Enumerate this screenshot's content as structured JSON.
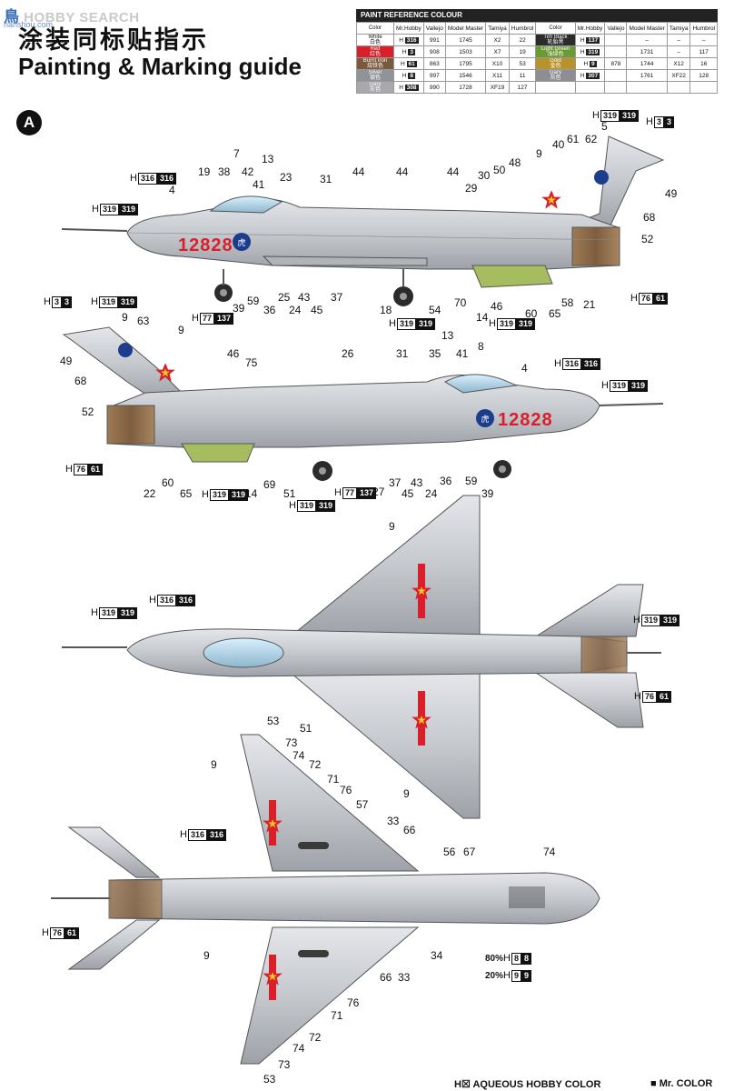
{
  "watermark": {
    "cn": "鳥",
    "en": "HOBBY SEARCH",
    "url": "nanshou.com"
  },
  "header": {
    "title_cn": "涂装同标贴指示",
    "title_en": "Painting & Marking guide"
  },
  "section_label": "A",
  "paint_table": {
    "title": "PAINT REFERENCE COLOUR",
    "columns": [
      "Color",
      "Mr.Hobby",
      "Vallejo",
      "Model Master",
      "Tamiya",
      "Humbrol",
      "Color",
      "Mr.Hobby",
      "Vallejo",
      "Model Master",
      "Tamiya",
      "Humbrol"
    ],
    "left_rows": [
      {
        "name": "White",
        "sub": "白色",
        "swatch": "#ffffff",
        "text": "#111111",
        "hobby": "316",
        "vallejo": "991",
        "mm": "1745",
        "tamiya": "X2",
        "humbrol": "22"
      },
      {
        "name": "Red",
        "sub": "红色",
        "swatch": "#d9202a",
        "text": "#ffffff",
        "hobby": "3",
        "vallejo": "908",
        "mm": "1503",
        "tamiya": "X7",
        "humbrol": "19"
      },
      {
        "name": "Burnt Iron",
        "sub": "烧铁色",
        "swatch": "#7a5a3c",
        "text": "#ffffff",
        "hobby": "61",
        "vallejo": "863",
        "mm": "1795",
        "tamiya": "X10",
        "humbrol": "53"
      },
      {
        "name": "Silver",
        "sub": "银色",
        "swatch": "#8f939a",
        "text": "#ffffff",
        "hobby": "8",
        "vallejo": "997",
        "mm": "1546",
        "tamiya": "X11",
        "humbrol": "11"
      },
      {
        "name": "Gary",
        "sub": "灰色",
        "swatch": "#a9a9ad",
        "text": "#ffffff",
        "hobby": "308",
        "vallejo": "990",
        "mm": "1728",
        "tamiya": "XF19",
        "humbrol": "127"
      }
    ],
    "right_rows": [
      {
        "name": "Tim Black",
        "sub": "轮胎黑",
        "swatch": "#2b2b2b",
        "text": "#ffffff",
        "hobby": "137",
        "vallejo": "",
        "mm": "–",
        "tamiya": "–",
        "humbrol": "–"
      },
      {
        "name": "Light Green",
        "sub": "浅绿色",
        "swatch": "#6a9a32",
        "text": "#ffffff",
        "hobby": "319",
        "vallejo": "",
        "mm": "1731",
        "tamiya": "–",
        "humbrol": "117"
      },
      {
        "name": "Gold",
        "sub": "金色",
        "swatch": "#b8922c",
        "text": "#ffffff",
        "hobby": "9",
        "vallejo": "878",
        "mm": "1744",
        "tamiya": "X12",
        "humbrol": "16"
      },
      {
        "name": "Gary",
        "sub": "灰色",
        "swatch": "#8d8d92",
        "text": "#ffffff",
        "hobby": "307",
        "vallejo": "",
        "mm": "1761",
        "tamiya": "XF22",
        "humbrol": "128"
      }
    ]
  },
  "serial": "12828",
  "callouts": {
    "side_top": [
      "7",
      "13",
      "19",
      "38",
      "42",
      "23",
      "4",
      "41",
      "31",
      "44",
      "44",
      "44",
      "30",
      "29",
      "50",
      "48",
      "9",
      "40",
      "61",
      "62",
      "5",
      "49",
      "68",
      "52",
      "39",
      "59",
      "25",
      "43",
      "37",
      "36",
      "24",
      "45",
      "18",
      "54",
      "70",
      "14",
      "46",
      "60",
      "65",
      "58",
      "21"
    ],
    "side_bottom": [
      "9",
      "63",
      "9",
      "49",
      "68",
      "52",
      "46",
      "75",
      "26",
      "31",
      "35",
      "41",
      "13",
      "8",
      "4",
      "22",
      "60",
      "65",
      "14",
      "69",
      "51",
      "27",
      "37",
      "43",
      "36",
      "59",
      "45",
      "24",
      "39"
    ],
    "plan_top": [
      "9",
      "51",
      "9"
    ],
    "plan_bottom": [
      "53",
      "73",
      "74",
      "72",
      "71",
      "76",
      "57",
      "9",
      "33",
      "66",
      "56",
      "67",
      "74",
      "34",
      "9",
      "66",
      "33",
      "76",
      "71",
      "72",
      "74",
      "73",
      "53"
    ]
  },
  "hcodes": {
    "h316": "316",
    "h319": "319",
    "h3": "3",
    "h77": "77",
    "h137": "137",
    "h76": "76",
    "h61": "61",
    "h8": "8",
    "h9": "9"
  },
  "mix": {
    "p80": "80%",
    "p20": "20%"
  },
  "legend": {
    "aqueous": "H☒ AQUEOUS HOBBY COLOR",
    "mrcolor": "■ Mr. COLOR"
  },
  "colors": {
    "silver_body": "#c8cbd0",
    "burnt_iron": "#8a6a4a",
    "light_green": "#8fa84a",
    "red": "#d9202a"
  }
}
